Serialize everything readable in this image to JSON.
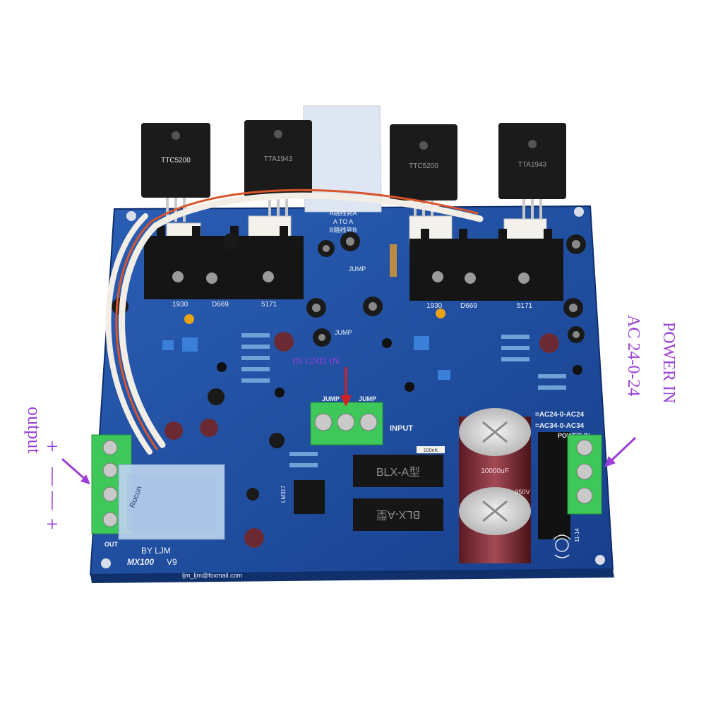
{
  "board": {
    "label_jump_ab": "A跳线到A",
    "label_a_to_a": "A TO A",
    "label_b_to_b": "B跳线到B",
    "jump_top": "JUMP",
    "jump_left": "JUMP",
    "jump_right": "JUMP",
    "jump_mid": "JUMP",
    "input_label": "INPUT",
    "ac24": "=AC24-0-AC24",
    "ac34": "=AC34-0-AC34",
    "power_in_small": "POWER IN",
    "out_label": "OUT",
    "by_ljm": "BY LJM",
    "model": "MX100",
    "version": "V9",
    "email": "ljm_ljm@foxmail.com",
    "hs_left": [
      "1930",
      "D669",
      "5171"
    ],
    "hs_right": [
      "1930",
      "D669",
      "5171"
    ],
    "blx_a": "BLX-A型",
    "blx_b": "BLX-A型",
    "relay_brand": "Rocon",
    "date_code": "11-14",
    "lm317": "LM317",
    "res_100nk": "100nK",
    "cap_text": "10000uF",
    "cap2_text": "350V",
    "transistor_top": [
      "TTC5200",
      "TTA1943",
      "TTC5200",
      "TTA1943"
    ],
    "colors": {
      "pcb": "#1f4fa3",
      "accent": "#9b3fd6"
    }
  },
  "annotations": {
    "in_gnd_in": "IN  GND  IN",
    "power_in": "POWER IN",
    "ac": "AC 24-0-24",
    "output": "output",
    "plus_top": "+",
    "minus_1": "|",
    "minus_2": "|",
    "plus_bottom": "+"
  }
}
